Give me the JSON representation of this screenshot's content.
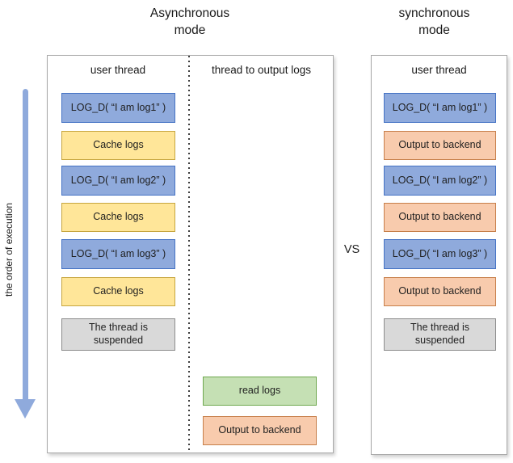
{
  "titles": {
    "async": {
      "line1": "Asynchronous",
      "line2": "mode"
    },
    "sync": {
      "line1": "synchronous",
      "line2": "mode"
    }
  },
  "vs_label": "VS",
  "order_arrow_label": "the order of execution",
  "async_panel": {
    "col1_header": "user thread",
    "col2_header": "thread to output logs",
    "user_thread_boxes": [
      {
        "label": "LOG_D( “I am log1” )",
        "type": "log"
      },
      {
        "label": "Cache logs",
        "type": "cache"
      },
      {
        "label": "LOG_D( “I am log2” )",
        "type": "log"
      },
      {
        "label": "Cache logs",
        "type": "cache"
      },
      {
        "label": "LOG_D( “I am log3” )",
        "type": "log"
      },
      {
        "label": "Cache logs",
        "type": "cache"
      },
      {
        "label": "The thread is suspended",
        "type": "suspended"
      }
    ],
    "output_thread_boxes": [
      {
        "label": "read logs",
        "type": "read"
      },
      {
        "label": "Output to backend",
        "type": "output"
      }
    ]
  },
  "sync_panel": {
    "col1_header": "user thread",
    "boxes": [
      {
        "label": "LOG_D( “I am log1” )",
        "type": "log"
      },
      {
        "label": "Output to backend",
        "type": "output"
      },
      {
        "label": "LOG_D( “I am log2” )",
        "type": "log"
      },
      {
        "label": "Output to backend",
        "type": "output"
      },
      {
        "label": "LOG_D( “I am log3” )",
        "type": "log"
      },
      {
        "label": "Output to backend",
        "type": "output"
      },
      {
        "label": "The thread is suspended",
        "type": "suspended"
      }
    ]
  },
  "colors": {
    "log_fill": "#8FAADC",
    "log_border": "#4472C4",
    "cache_fill": "#FFE699",
    "cache_border": "#C7A63F",
    "output_fill": "#F8CBAD",
    "output_border": "#C77F4A",
    "read_fill": "#C5E0B4",
    "read_border": "#6FA84F",
    "suspended_fill": "#D9D9D9",
    "suspended_border": "#8C8C8C",
    "arrow": "#8FAADC"
  }
}
